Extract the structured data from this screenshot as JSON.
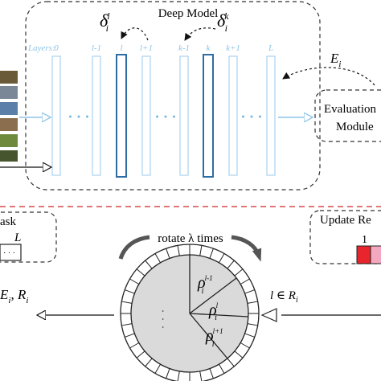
{
  "deep_model": {
    "title": "Deep Model",
    "layers_label": "Layers:",
    "layer_labels": [
      "0",
      "l-1",
      "l",
      "l+1",
      "k-1",
      "k",
      "k+1",
      "L"
    ],
    "delta_l": {
      "base": "δ",
      "sup": "l",
      "sub": "i"
    },
    "delta_k": {
      "base": "δ",
      "sup": "k",
      "sub": "i"
    },
    "ellipsis": "· · ·"
  },
  "evaluation": {
    "line1": "Evaluation",
    "line2": "Module",
    "feedback": {
      "base": "E",
      "sub": "i"
    }
  },
  "task_box": {
    "title": "ask",
    "last_label": "L",
    "dots": "· · ·"
  },
  "update_box": {
    "title": "Update Re",
    "first_label": "1",
    "colors": [
      "#e8242c",
      "#f4a8bf"
    ]
  },
  "rotation": {
    "caption": "rotate λ times",
    "rho_prev": {
      "base": "ρ",
      "sup": "l-1",
      "sub": "i"
    },
    "rho_curr": {
      "base": "ρ",
      "sup": "l",
      "sub": "i"
    },
    "rho_next": {
      "base": "ρ",
      "sup": "l+1",
      "sub": "i"
    },
    "dots": "·  ·  ·",
    "membership": {
      "left": "l ∈ R",
      "sub": "i"
    }
  },
  "output": {
    "text": "E",
    "sub1": "i",
    "mid": ", R",
    "sub2": "i"
  },
  "colors": {
    "layer_light": "#a9d3ee",
    "layer_dark": "#2e6da4",
    "highlight_red": "#e8242c",
    "highlight_pink": "#f4a8bf",
    "disk_gray": "#dadada",
    "dash_red": "#d64a4a"
  }
}
